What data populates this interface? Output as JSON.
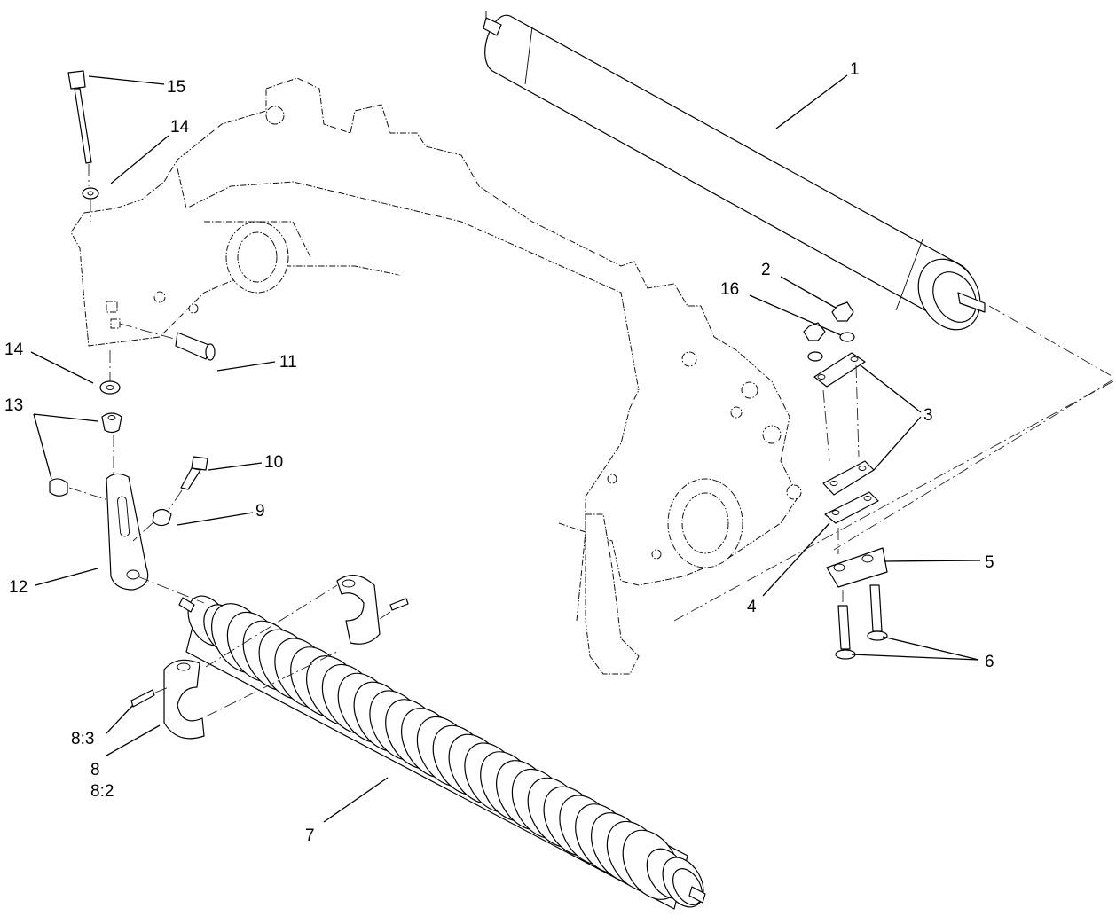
{
  "diagram": {
    "callouts": [
      {
        "id": "1",
        "text": "1"
      },
      {
        "id": "2",
        "text": "2"
      },
      {
        "id": "3",
        "text": "3"
      },
      {
        "id": "4",
        "text": "4"
      },
      {
        "id": "5",
        "text": "5"
      },
      {
        "id": "6",
        "text": "6"
      },
      {
        "id": "7",
        "text": "7"
      },
      {
        "id": "8",
        "text": "8"
      },
      {
        "id": "8_2",
        "text": "8:2"
      },
      {
        "id": "8_3",
        "text": "8:3"
      },
      {
        "id": "9",
        "text": "9"
      },
      {
        "id": "10",
        "text": "10"
      },
      {
        "id": "11",
        "text": "11"
      },
      {
        "id": "12",
        "text": "12"
      },
      {
        "id": "13",
        "text": "13"
      },
      {
        "id": "14a",
        "text": "14"
      },
      {
        "id": "14b",
        "text": "14"
      },
      {
        "id": "15",
        "text": "15"
      },
      {
        "id": "16",
        "text": "16"
      }
    ]
  }
}
